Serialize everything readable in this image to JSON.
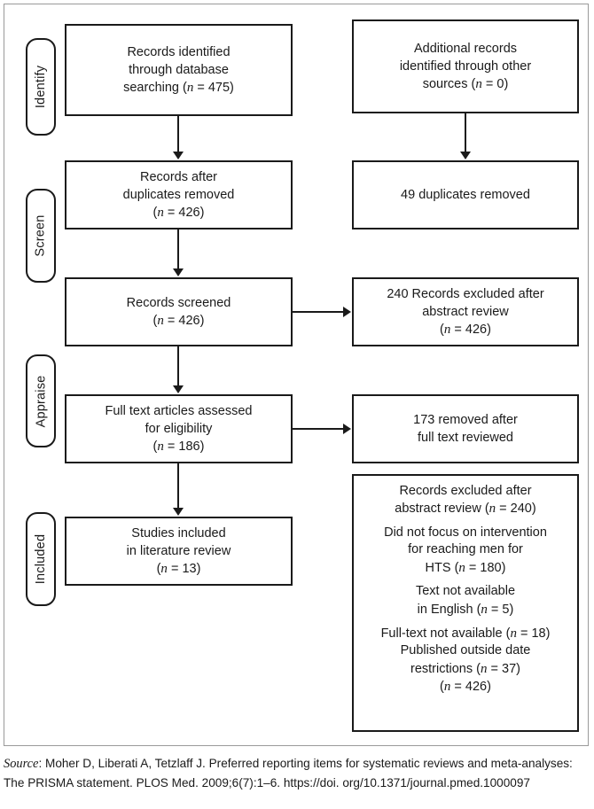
{
  "diagram": {
    "type": "prisma-flow-diagram",
    "stages": [
      {
        "id": "identify",
        "label": "Identify"
      },
      {
        "id": "screen",
        "label": "Screen"
      },
      {
        "id": "appraise",
        "label": "Appraise"
      },
      {
        "id": "included",
        "label": "Included"
      }
    ],
    "left_column": [
      {
        "id": "records-identified",
        "lines": [
          "Records identified",
          "through database",
          "searching ("
        ],
        "line1": "Records identified",
        "line2": "through database",
        "line3_pre": "searching (",
        "line3_n": "n",
        "line3_post": " = 475)"
      },
      {
        "id": "records-after-duplicates",
        "line1": "Records after",
        "line2": "duplicates removed",
        "line3_pre": "(",
        "line3_n": "n",
        "line3_post": " = 426)"
      },
      {
        "id": "records-screened",
        "line1": "Records screened",
        "line2": "",
        "line3_pre": "(",
        "line3_n": "n",
        "line3_post": " = 426)"
      },
      {
        "id": "full-text-assessed",
        "line1": "Full text articles assessed",
        "line2": "for eligibility",
        "line3_pre": "(",
        "line3_n": "n",
        "line3_post": " = 186)"
      },
      {
        "id": "studies-included",
        "line1": "Studies included",
        "line2": "in literature review",
        "line3_pre": "(",
        "line3_n": "n",
        "line3_post": " = 13)"
      }
    ],
    "right_column": [
      {
        "id": "additional-records",
        "line1": "Additional records",
        "line2": "identified through other",
        "line3_pre": "sources (",
        "line3_n": "n",
        "line3_post": " = 0)"
      },
      {
        "id": "duplicates-removed",
        "line1": "49 duplicates removed",
        "line2": "",
        "line3_pre": "",
        "line3_n": "",
        "line3_post": ""
      },
      {
        "id": "records-excluded-abstract",
        "line1": "240 Records excluded after",
        "line2": "abstract review",
        "line3_pre": "(",
        "line3_n": "n",
        "line3_post": " = 426)"
      },
      {
        "id": "removed-full-text",
        "line1": "173 removed after",
        "line2": "full text reviewed",
        "line3_pre": "",
        "line3_n": "",
        "line3_post": ""
      }
    ],
    "excluded_box": {
      "id": "exclusion-reasons",
      "groups": [
        {
          "l1": "Records excluded after",
          "l2_pre": "abstract review (",
          "l2_n": "n",
          "l2_post": " = 240)",
          "l3_pre": "",
          "l3_n": "",
          "l3_post": ""
        },
        {
          "l1": "Did not focus on intervention",
          "l2_pre": "for reaching men for",
          "l2_n": "",
          "l2_post": "",
          "l3_pre": "HTS (",
          "l3_n": "n",
          "l3_post": " = 180)"
        },
        {
          "l1": "Text not available",
          "l2_pre": "in English (",
          "l2_n": "n",
          "l2_post": " = 5)",
          "l3_pre": "",
          "l3_n": "",
          "l3_post": ""
        },
        {
          "l1_pre": "Full-text not available (",
          "l1_n": "n",
          "l1_post": " = 18)",
          "l2_pre": "Published outside date",
          "l2_n": "",
          "l2_post": "",
          "l3_pre": "restrictions (",
          "l3_n": "n",
          "l3_post": " = 37)",
          "l4_pre": "(",
          "l4_n": "n",
          "l4_post": " = 426)"
        }
      ]
    }
  },
  "source": {
    "label": "Source",
    "text_part1": ": Moher D, Liberati A, Tetzlaff J. Preferred reporting items for systematic reviews and meta-analyses: The PRISMA statement. PLOS Med. 2009;6(7):1–6. https://doi. org/10.1371/journal.pmed.1000097"
  },
  "colors": {
    "ink": "#1a1a1a",
    "frame": "#9a9a9a",
    "background": "#ffffff"
  }
}
